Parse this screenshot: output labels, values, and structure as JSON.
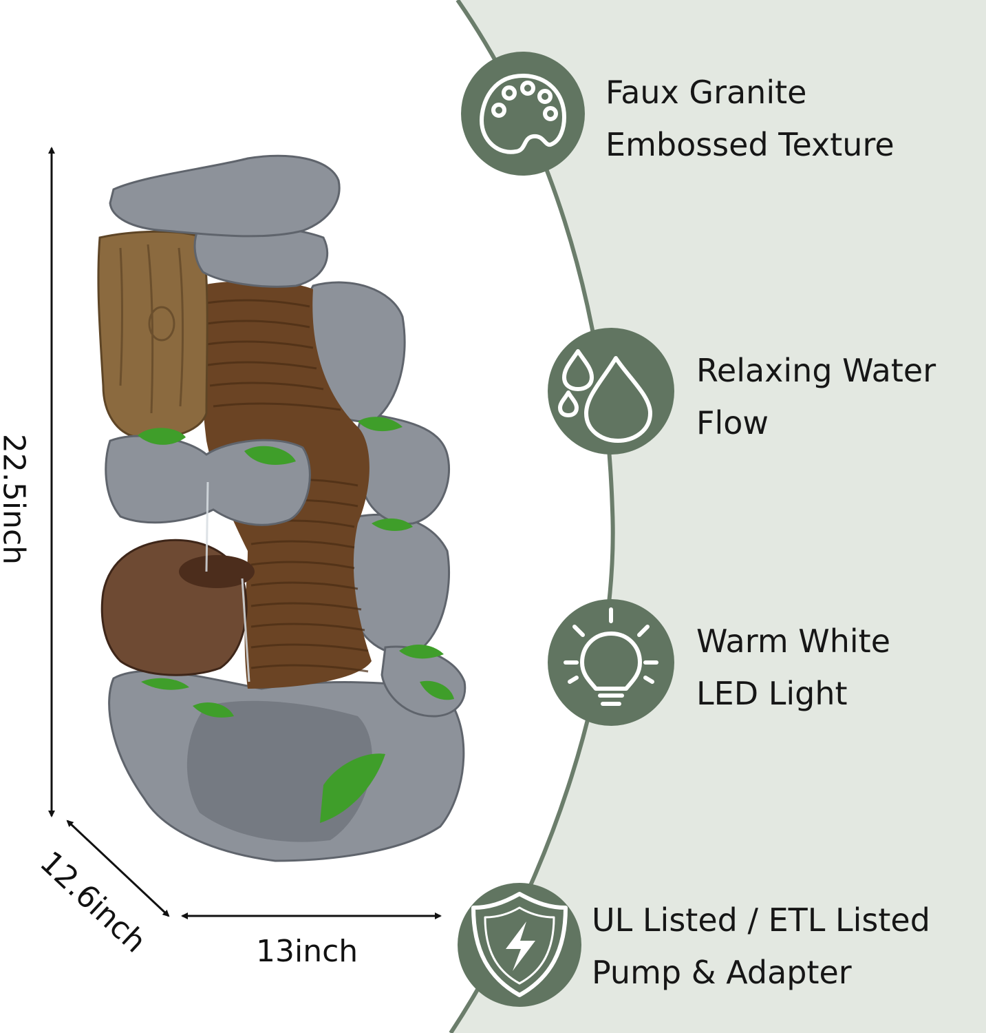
{
  "colors": {
    "panel": "#e3e8e1",
    "curve": "#6b7d6b",
    "badge": "#617561",
    "icon_stroke": "#ffffff",
    "rock": "#8d929a",
    "wood": "#8b6a3f",
    "stream": "#6b4424",
    "moss": "#3f9e2a"
  },
  "features": [
    {
      "icon": "palette-icon",
      "line1": "Faux Granite",
      "line2": "Embossed Texture"
    },
    {
      "icon": "water-drop-icon",
      "line1": "Relaxing Water",
      "line2": "Flow"
    },
    {
      "icon": "light-bulb-icon",
      "line1": "Warm White",
      "line2": "LED Light"
    },
    {
      "icon": "shield-lightning-icon",
      "line1": "UL Listed / ETL Listed",
      "line2": "Pump & Adapter"
    }
  ],
  "dimensions": {
    "height": "22.5inch",
    "depth": "12.6inch",
    "width": "13inch"
  }
}
